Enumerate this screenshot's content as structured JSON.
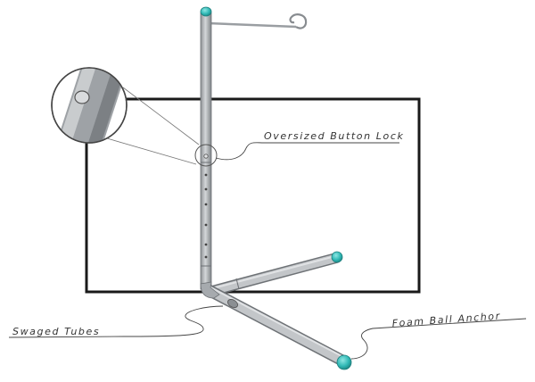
{
  "diagram": {
    "labels": {
      "button_lock": "Oversized Button Lock",
      "swaged_tubes": "Swaged Tubes",
      "foam_ball": "Foam Ball Anchor"
    }
  },
  "colors": {
    "frame": "#1a1a1a",
    "pole": "#b3b6b9",
    "pole_edge": "#6e7276",
    "cap_teal": "#2fb8b5",
    "line": "#555555"
  }
}
